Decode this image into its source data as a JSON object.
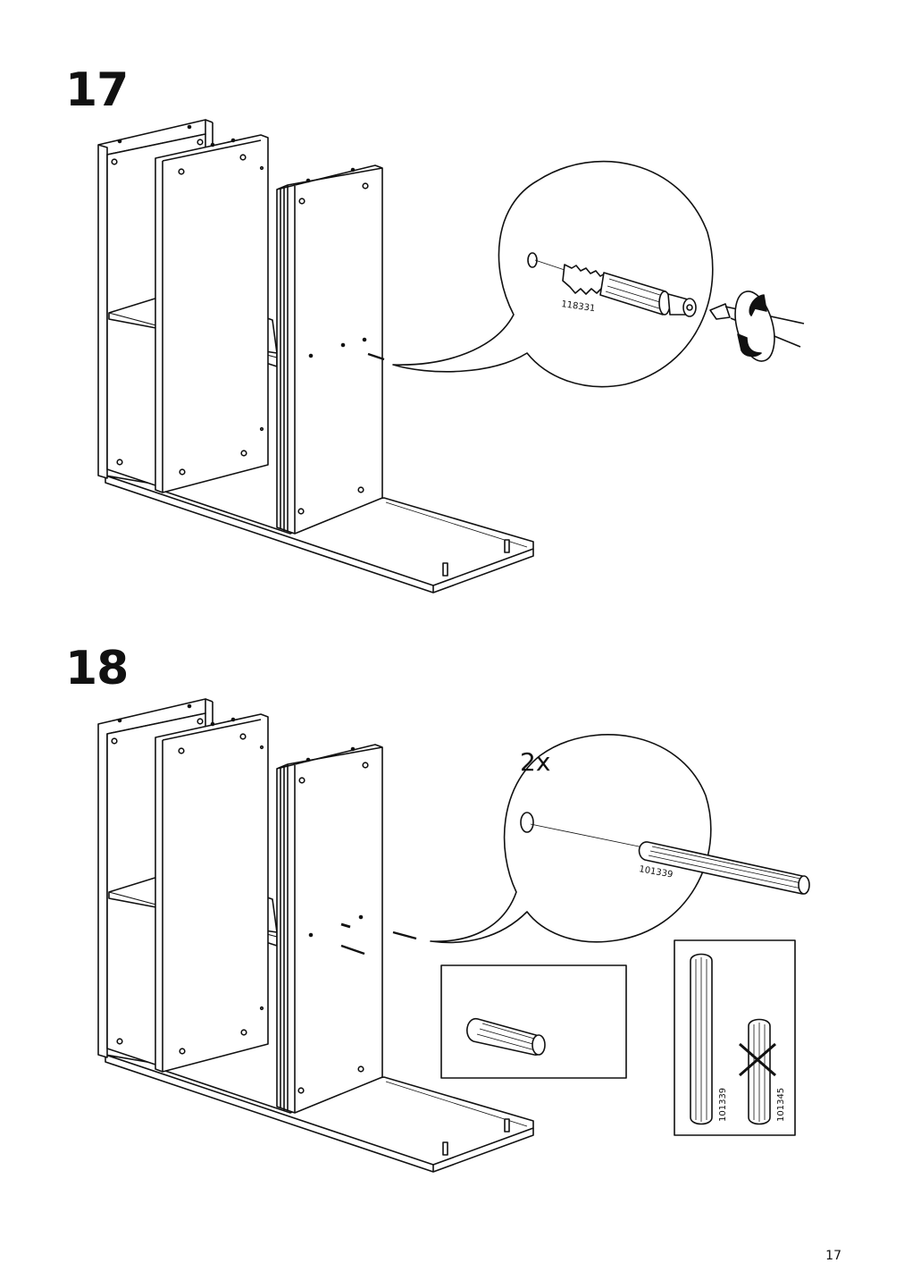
{
  "steps": [
    {
      "number": "17",
      "part_label": "118331",
      "tool": "screwdriver-icon"
    },
    {
      "number": "18",
      "quantity": "2x",
      "part_label": "101339",
      "compare": {
        "correct_part": "101339",
        "wrong_part": "101345"
      }
    }
  ],
  "page_number": "17"
}
